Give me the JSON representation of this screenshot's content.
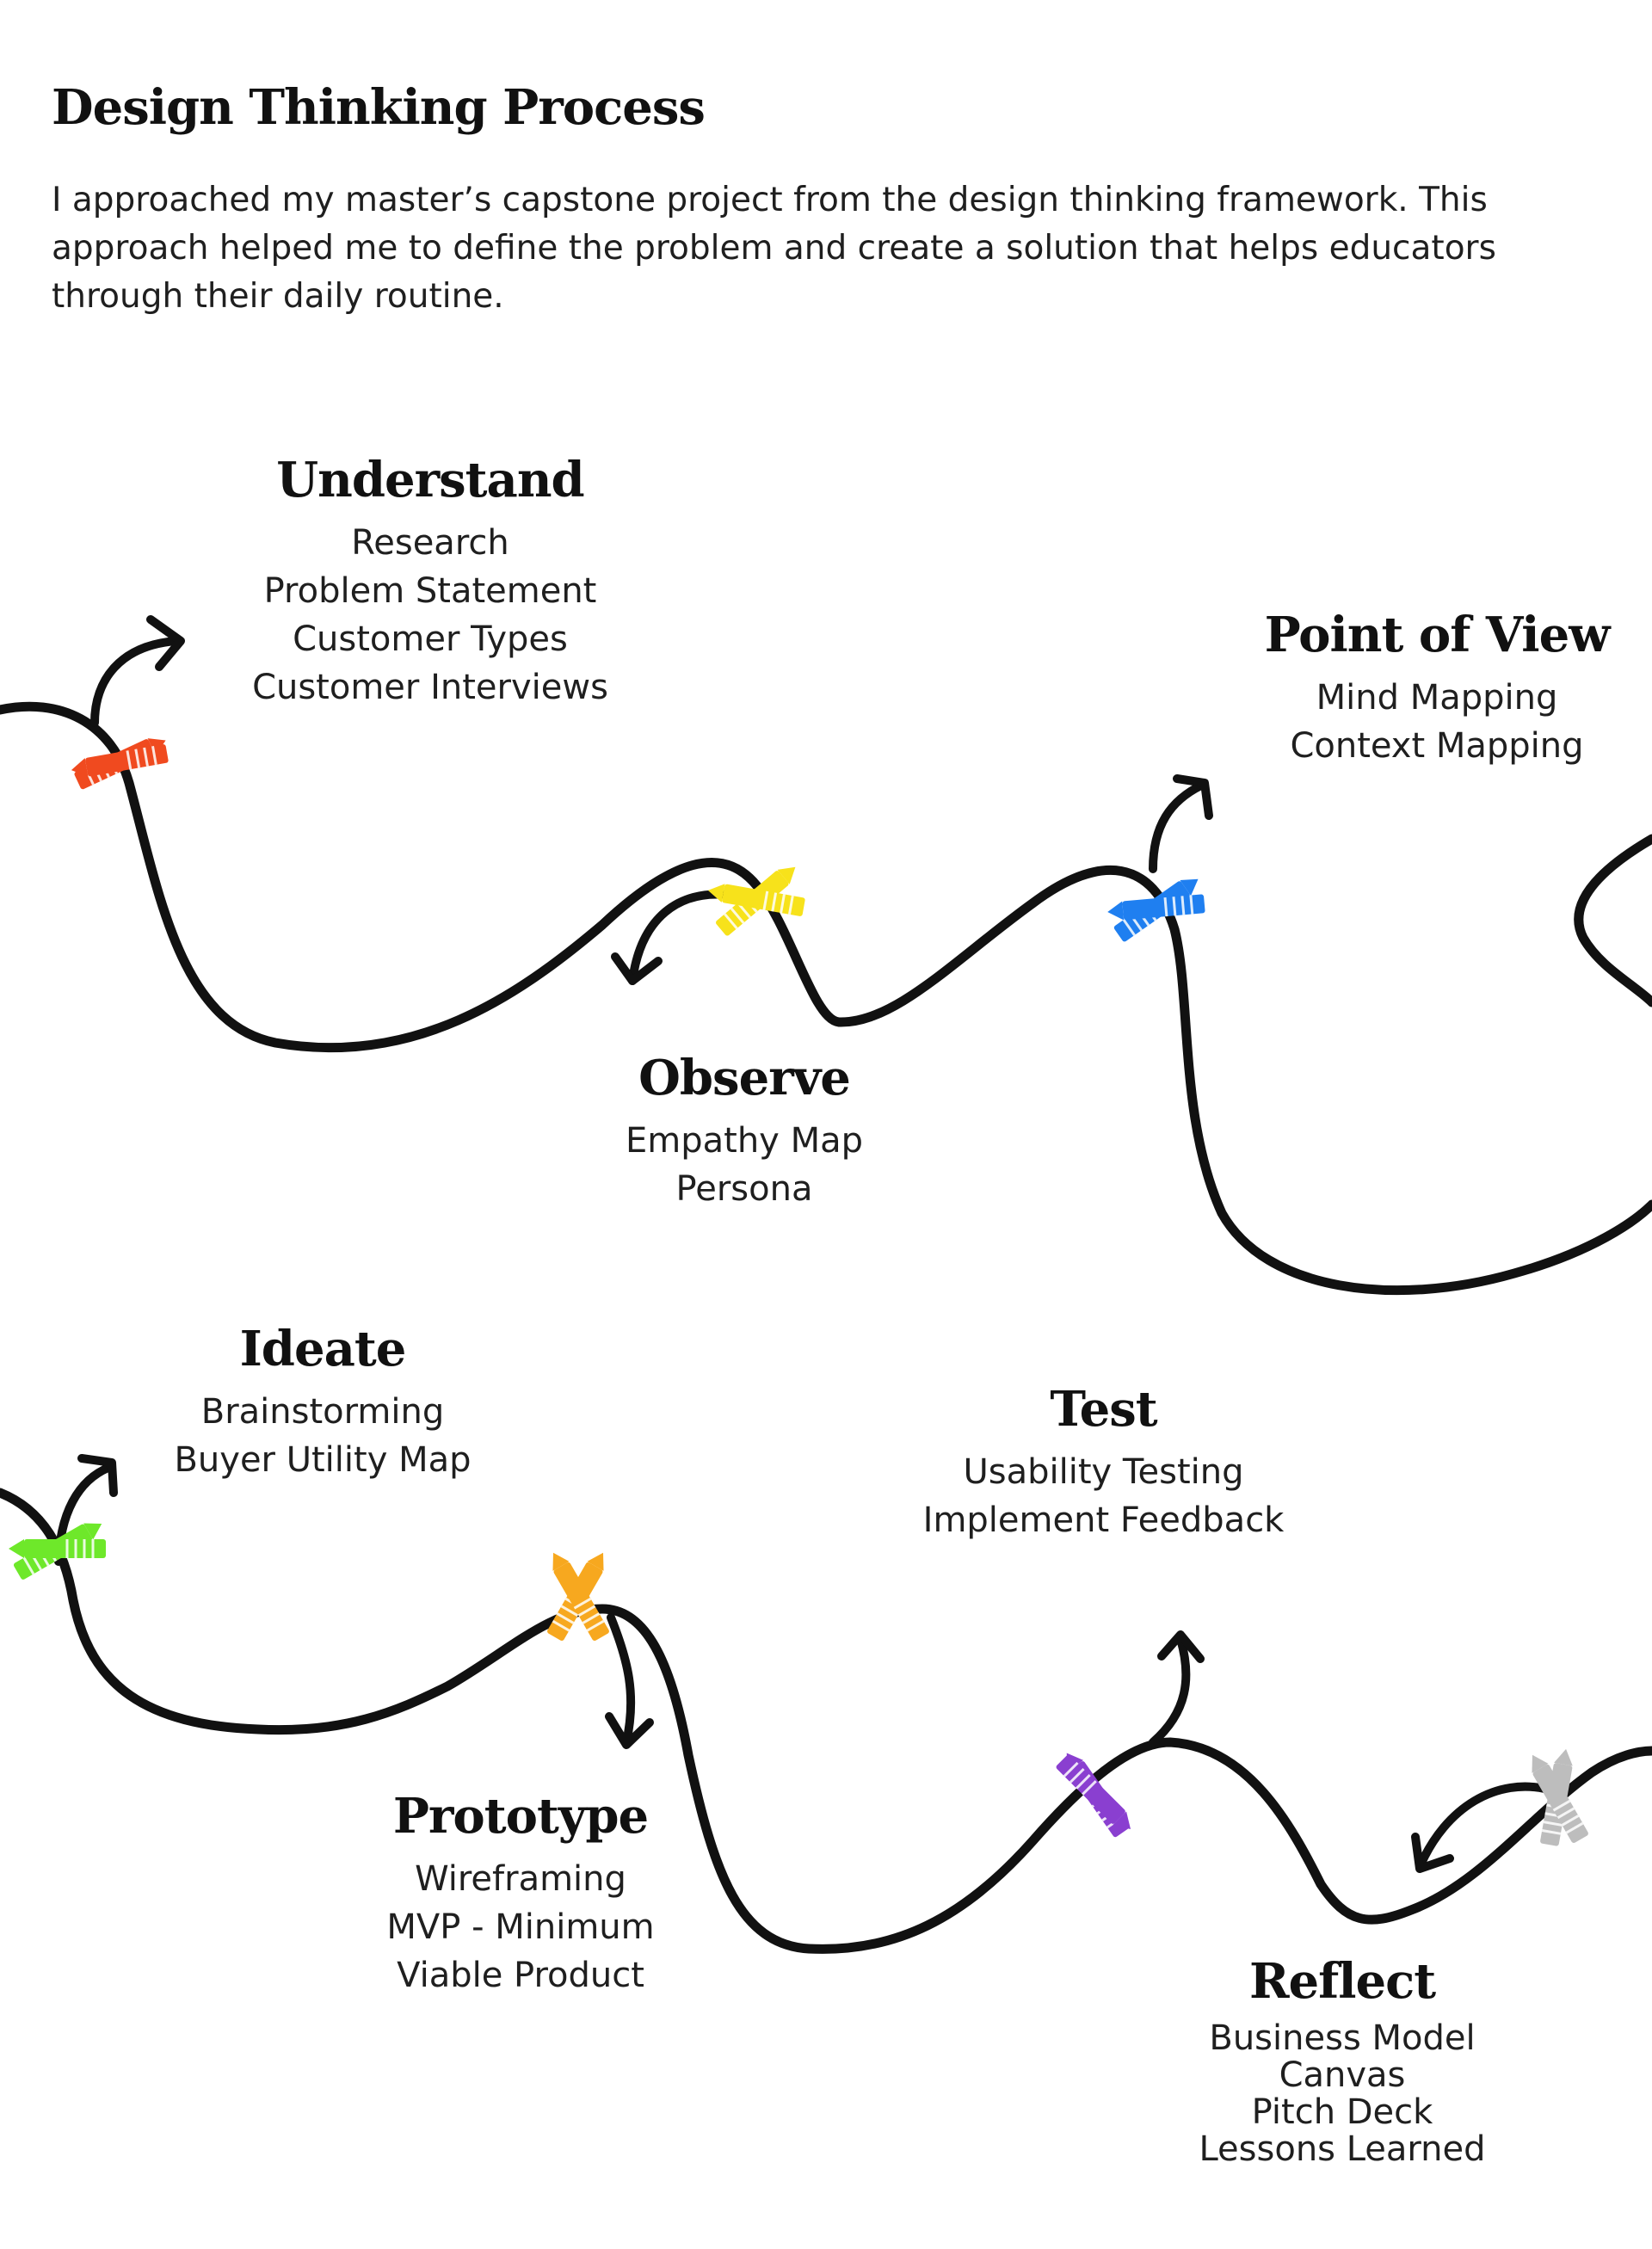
{
  "header": {
    "title": "Design Thinking Process",
    "intro": "I approached my master’s capstone project from the design thinking framework. This approach helped me to define the problem and create a solution that helps educators through their daily routine."
  },
  "stages": {
    "understand": {
      "title": "Understand",
      "items": [
        "Research",
        "Problem Statement",
        "Customer Types",
        "Customer Interviews"
      ],
      "color": "#f04a1f"
    },
    "observe": {
      "title": "Observe",
      "items": [
        "Empathy Map",
        "Persona"
      ],
      "color": "#f7e21b"
    },
    "point_of_view": {
      "title": "Point of View",
      "items": [
        "Mind Mapping",
        "Context Mapping"
      ],
      "color": "#1f7ff0"
    },
    "ideate": {
      "title": "Ideate",
      "items": [
        "Brainstorming",
        "Buyer Utility Map"
      ],
      "color": "#6ee82a"
    },
    "prototype": {
      "title": "Prototype",
      "items": [
        "Wireframing",
        "MVP - Minimum",
        "Viable Product"
      ],
      "color": "#f7a81f"
    },
    "test": {
      "title": "Test",
      "items": [
        "Usability Testing",
        "Implement Feedback"
      ],
      "color": "#8a3fd0"
    },
    "reflect": {
      "title": "Reflect",
      "items": [
        "Business Model",
        "Canvas",
        "Pitch Deck",
        "Lessons Learned"
      ],
      "color": "#bdbdbd"
    }
  }
}
